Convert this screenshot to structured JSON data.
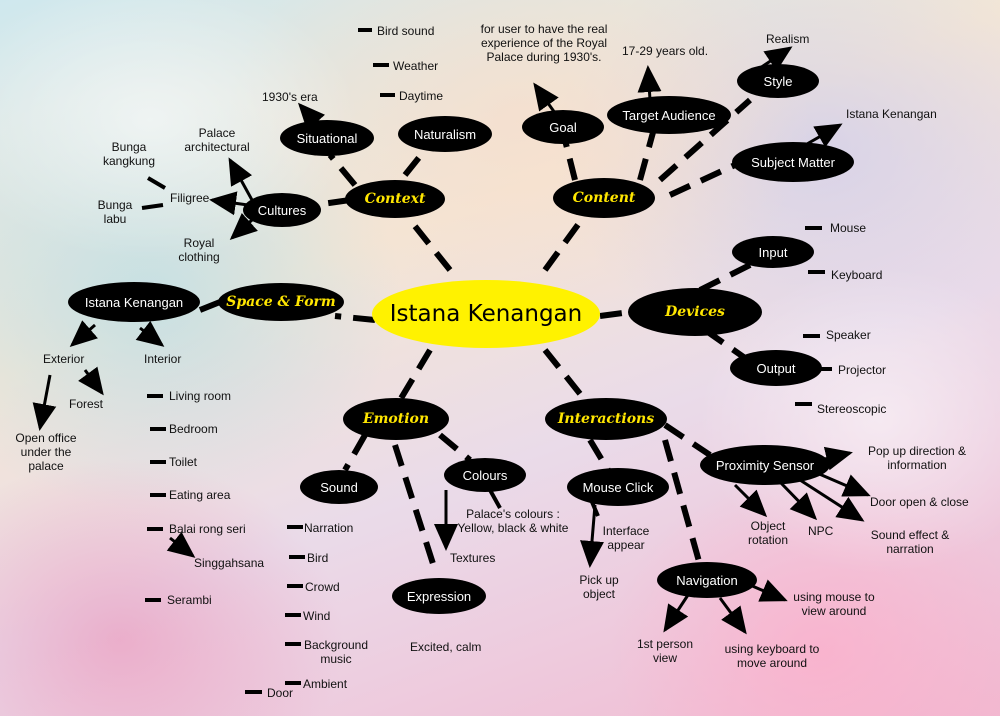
{
  "center": "Istana Kenangan",
  "context": {
    "label": "Context",
    "situational": "Situational",
    "situational_era": "1930's era",
    "naturalism": "Naturalism",
    "bird_sound": "Bird sound",
    "weather": "Weather",
    "daytime": "Daytime",
    "cultures": "Cultures",
    "palace_architectural": "Palace architectural",
    "filigree": "Filigree",
    "bunga_kangkung": "Bunga kangkung",
    "bunga_labu": "Bunga labu",
    "royal_clothing": "Royal clothing"
  },
  "content": {
    "label": "Content",
    "goal": "Goal",
    "goal_text": "for user to have the real experience of the Royal Palace during 1930's.",
    "target_audience": "Target Audience",
    "age": "17-29 years old.",
    "style": "Style",
    "realism": "Realism",
    "subject_matter": "Subject Matter",
    "subject_value": "Istana Kenangan"
  },
  "devices": {
    "label": "Devices",
    "input": "Input",
    "mouse": "Mouse",
    "keyboard": "Keyboard",
    "output": "Output",
    "speaker": "Speaker",
    "projector": "Projector",
    "stereoscopic": "Stereoscopic"
  },
  "space_form": {
    "label": "Space & Form",
    "place": "Istana Kenangan",
    "exterior": "Exterior",
    "forest": "Forest",
    "open_office": "Open office under the palace",
    "interior": "Interior",
    "rooms": [
      "Living room",
      "Bedroom",
      "Toilet",
      "Eating area",
      "Balai rong seri"
    ],
    "singgahsana": "Singgahsana",
    "serambi": "Serambi"
  },
  "emotion": {
    "label": "Emotion",
    "sound": "Sound",
    "sounds": [
      "Narration",
      "Bird",
      "Crowd",
      "Wind",
      "Background music",
      "Ambient",
      "Door"
    ],
    "colours": "Colours",
    "palace_colours": "Palace's colours : Yellow, black & white",
    "textures": "Textures",
    "expression": "Expression",
    "excited": "Excited, calm"
  },
  "interactions": {
    "label": "Interactions",
    "mouse_click": "Mouse Click",
    "interface_appear": "Interface appear",
    "pick_up": "Pick up object",
    "navigation": "Navigation",
    "first_person": "1st person view",
    "keyboard_move": "using keyboard to move around",
    "mouse_view": "using mouse to view around",
    "proximity_sensor": "Proximity Sensor",
    "popup": "Pop up direction & information",
    "door_open": "Door open & close",
    "sound_effect": "Sound effect & narration",
    "npc": "NPC",
    "object_rotation": "Object rotation"
  }
}
